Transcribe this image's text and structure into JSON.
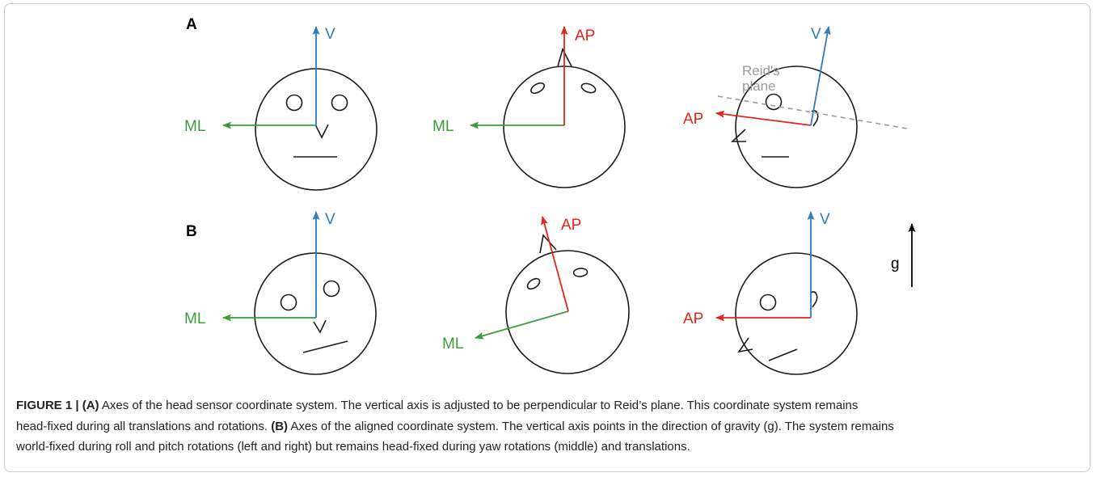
{
  "colors": {
    "vertical_axis": "#2e7bbd",
    "mediolateral_axis": "#3a9c3a",
    "anteroposterior_axis": "#e1251b",
    "reids_plane": "#9a9a9a",
    "outline": "#1a1a1a"
  },
  "figure": {
    "panel_a": {
      "label": "A",
      "front": {
        "v": "V",
        "ml": "ML"
      },
      "top": {
        "ap": "AP",
        "ml": "ML"
      },
      "side": {
        "v": "V",
        "ap": "AP",
        "plane_line1": "Reid's",
        "plane_line2": "plane"
      }
    },
    "panel_b": {
      "label": "B",
      "front": {
        "v": "V",
        "ml": "ML"
      },
      "top": {
        "ap": "AP",
        "ml": "ML"
      },
      "side": {
        "v": "V",
        "ap": "AP"
      }
    },
    "gravity": "g"
  },
  "caption": {
    "figure_label": "FIGURE 1 |",
    "label_a": "(A)",
    "line1_text": "Axes of the head sensor coordinate system. The vertical axis is adjusted to be perpendicular to Reid’s plane. This coordinate system remains",
    "line2_text_before": "head-fixed during all translations and rotations.",
    "label_b": "(B)",
    "line2_text_after": "Axes of the aligned coordinate system. The vertical axis points in the direction of gravity (g). The system remains",
    "line3_text": "world-fixed during roll and pitch rotations (left and right) but remains head-fixed during yaw rotations (middle) and translations."
  }
}
